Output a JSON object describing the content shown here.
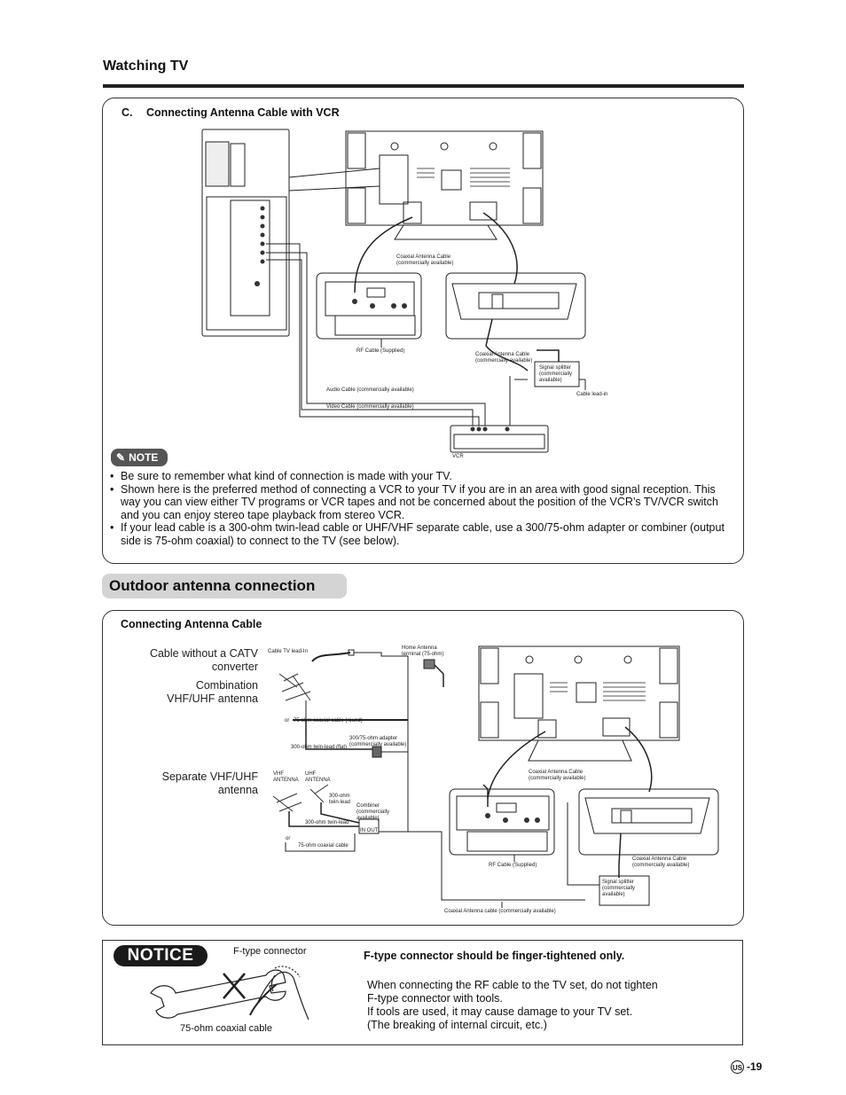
{
  "header": {
    "title": "Watching TV"
  },
  "sectionC": {
    "letter": "C.",
    "title": "Connecting Antenna Cable with VCR",
    "labels": {
      "coaxial_top": "Coaxial Antenna Cable\n(commercially available)",
      "rf_cable": "RF Cable (Supplied)",
      "coaxial_mid": "Coaxial Antenna Cable\n(commercially available)",
      "splitter": "Signal splitter\n(commercially\navailable)",
      "cable_leadin": "Cable lead-in",
      "audio_cable": "Audio Cable (commercially available)",
      "video_cable": "Video Cable (commercially available)",
      "vcr": "VCR"
    }
  },
  "note": {
    "badge": "NOTE",
    "items": [
      "Be sure to remember what kind of connection is made with your TV.",
      "Shown here is the preferred method of connecting a VCR to your TV if you are in an area with good signal reception. This way you can view either TV programs or VCR tapes and not be concerned about the position of the VCR’s TV/VCR switch and you can enjoy stereo tape playback from stereo VCR.",
      "If your lead cable is a 300-ohm twin-lead cable or UHF/VHF separate cable, use a 300/75-ohm adapter or combiner (output side is 75-ohm coaxial) to connect to the TV (see below)."
    ]
  },
  "outdoor": {
    "title": "Outdoor antenna connection",
    "subtitle": "Connecting Antenna Cable",
    "left_labels": {
      "catv": "Cable without a CATV\nconverter",
      "combination": "Combination\nVHF/UHF antenna",
      "separate": "Separate VHF/UHF\nantenna"
    },
    "labels": {
      "cable_tv_leadin": "Cable TV lead-In",
      "home_antenna": "Home Antenna\nterminal (75-ohm)",
      "or1": "or",
      "coax_round": "75-ohm coaxial cable (round)",
      "twin_flat": "300-ohm twin-lead (flat)",
      "adapter": "300/75-ohm adapter\n(commercially available)",
      "vhf": "VHF\nANTENNA",
      "uhf": "UHF\nANTENNA",
      "twin_300": "300-ohm\ntwin-lead",
      "combiner": "Combiner\n(commercially\navailable)",
      "twin_300b": "300-ohm twin-lead",
      "in_out": "IN OUT",
      "or2": "or",
      "coax_75": "75-ohm coaxial cable",
      "coaxial_tv": "Coaxial Antenna Cable\n(commercially available)",
      "rf_cable": "RF Cable (Supplied)",
      "coaxial_right": "Coaxial Antenna Cable\n(commercially available)",
      "splitter": "Signal splitter\n(commercially\navailable)",
      "coaxial_bottom": "Coaxial Antenna cable (commercially available)"
    }
  },
  "notice": {
    "badge": "NOTICE",
    "ftype_label": "F-type connector",
    "coax_label": "75-ohm coaxial cable",
    "heading": "F-type connector should be finger-tightened only.",
    "body": "When connecting the RF cable to the TV set, do not tighten\nF-type connector with tools.\nIf tools are used, it may cause damage to your TV set.\n(The breaking of internal circuit, etc.)"
  },
  "footer": {
    "region": "US",
    "page": "-19"
  }
}
